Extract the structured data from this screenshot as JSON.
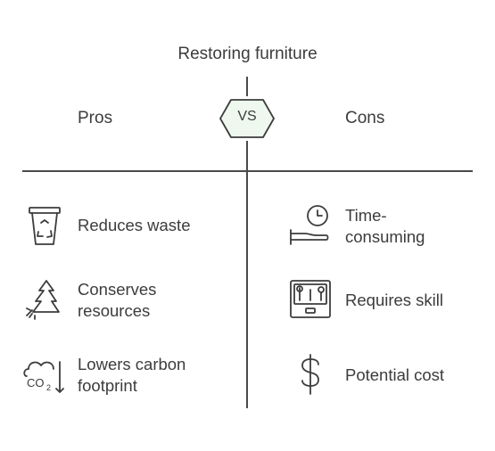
{
  "title": "Restoring furniture",
  "pros": {
    "heading": "Pros",
    "items": [
      {
        "label": "Reduces waste",
        "icon": "recycle-bin-icon"
      },
      {
        "label": "Conserves\nresources",
        "icon": "tree-icon"
      },
      {
        "label": "Lowers carbon\nfootprint",
        "icon": "co2-cloud-icon"
      }
    ]
  },
  "cons": {
    "heading": "Cons",
    "items": [
      {
        "label": "Time-\nconsuming",
        "icon": "clock-hand-icon"
      },
      {
        "label": "Requires skill",
        "icon": "toolbox-icon"
      },
      {
        "label": "Potential cost",
        "icon": "dollar-icon"
      }
    ]
  },
  "vs_label": "VS",
  "colors": {
    "line": "#4a4a4a",
    "text": "#3c3c3c",
    "badge_fill": "#eef8ef"
  }
}
